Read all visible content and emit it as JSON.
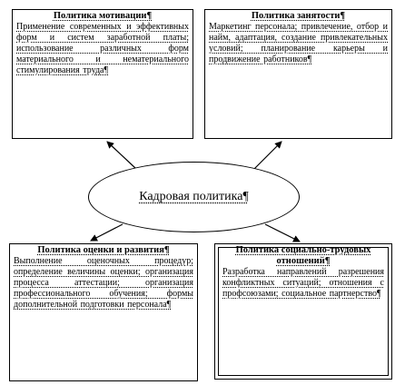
{
  "center": {
    "label": "Кадровая политика¶"
  },
  "boxes": {
    "motivation": {
      "title": "Политика мотивации¶",
      "text": "Применение современных и эффективных форм и систем заработной платы; использование различных форм материального и нематериального стимулирования труда¶"
    },
    "employment": {
      "title": "Политика занятости¶",
      "text": "Маркетинг персонала; привлечение, отбор и найм, адаптация, создание привлекательных условий; планирование карьеры и продвижение работников¶"
    },
    "assessment": {
      "title": "Политика оценки и развития¶",
      "text": "Выполнение оценочных процедур; определение величины оценки; организация процесса аттестации; организация профессионального обучения; формы дополнительной подготовки персонала¶"
    },
    "social": {
      "title": "Политика социально-трудовых отношений¶",
      "text": "Разработка направлений разрешения конфликтных ситуаций; отношения с профсоюзами; социальное партнерство¶"
    }
  }
}
